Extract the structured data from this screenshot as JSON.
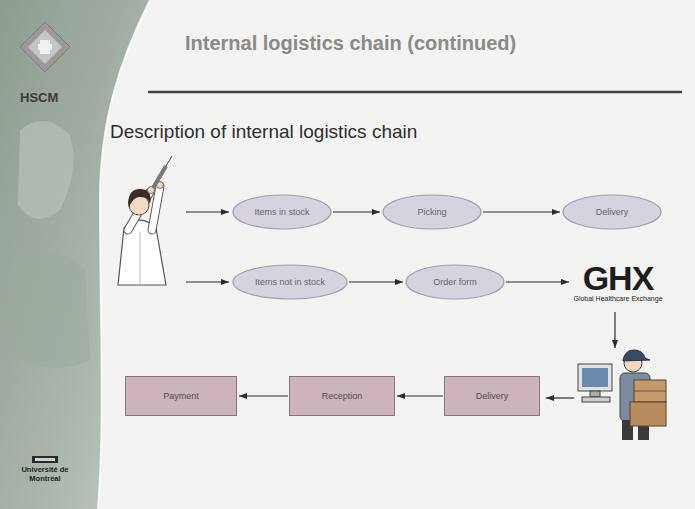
{
  "diagram": {
    "title": "Internal logistics chain (continued)",
    "nodes": [
      {
        "text": [
          "Items in stock"
        ]
      },
      {
        "text": [
          "Picking"
        ]
      },
      {
        "text": [
          "Delivery"
        ]
      },
      {
        "text": [
          "Items not in stock"
        ]
      },
      {
        "text": [
          "Order form"
        ]
      },
      {
        "text": [
          "GHX",
          "Global Healthcare Exchange"
        ]
      },
      {
        "text": [
          "Delivery"
        ]
      },
      {
        "text": [
          "Reception"
        ]
      },
      {
        "text": [
          "Payment"
        ]
      }
    ],
    "edges": [
      {
        "from": 0,
        "to": 1,
        "arrow": "to"
      },
      {
        "from": 1,
        "to": 2,
        "arrow": "to"
      },
      {
        "from": 3,
        "to": 4,
        "arrow": "to"
      },
      {
        "from": 4,
        "to": 5,
        "arrow": "to"
      },
      {
        "from": 6,
        "to": 7,
        "arrow": "to"
      },
      {
        "from": 7,
        "to": 8,
        "arrow": "to"
      }
    ],
    "labels": [
      "HSCM",
      "Description of internal logistics chain",
      "Université de Montréal"
    ]
  }
}
